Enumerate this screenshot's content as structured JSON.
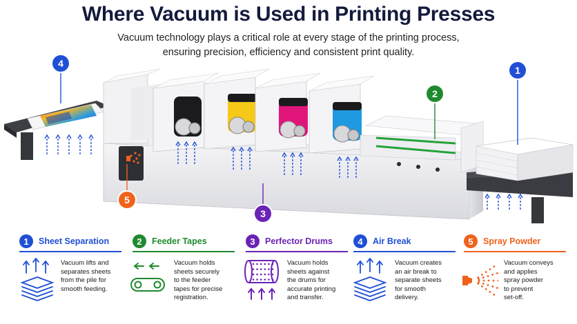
{
  "title": "Where Vacuum is Used in Printing Presses",
  "subtitle_line1": "Vacuum technology plays a critical role at every stage of the printing process,",
  "subtitle_line2": "ensuring precision, efficiency and consistent print quality.",
  "colors": {
    "blue": "#1f4fd6",
    "green": "#1f8a2e",
    "purple": "#6a23b5",
    "orange": "#f0621c"
  },
  "callouts": [
    {
      "number": "1",
      "color": "#1f4fd6"
    },
    {
      "number": "2",
      "color": "#1f8a2e"
    },
    {
      "number": "3",
      "color": "#6a23b5"
    },
    {
      "number": "4",
      "color": "#1f4fd6"
    },
    {
      "number": "5",
      "color": "#f0621c"
    }
  ],
  "sections": [
    {
      "number": "1",
      "heading": "Sheet Separation",
      "color": "#1f4fd6",
      "icon": "stacked-sheets-up-arrows-icon",
      "lines": [
        "Vacuum lifts and",
        "separates sheets",
        "from the pile for",
        "smooth feeding."
      ]
    },
    {
      "number": "2",
      "heading": "Feeder Tapes",
      "color": "#1f8a2e",
      "icon": "conveyor-belt-icon",
      "lines": [
        "Vacuum holds",
        "sheets securely",
        "to the feeder",
        "tapes for precise",
        "registration."
      ]
    },
    {
      "number": "3",
      "heading": "Perfector Drums",
      "color": "#6a23b5",
      "icon": "perforated-drum-icon",
      "lines": [
        "Vacuum holds",
        "sheets against",
        "the drums for",
        "accurate printing",
        "and transfer."
      ]
    },
    {
      "number": "4",
      "heading": "Air Break",
      "color": "#1f4fd6",
      "icon": "stacked-sheets-air-icon",
      "lines": [
        "Vacuum creates",
        "an air break to",
        "separate sheets",
        "for smooth",
        "delivery."
      ]
    },
    {
      "number": "5",
      "heading": "Spray Powder",
      "color": "#f0621c",
      "icon": "spray-nozzle-icon",
      "lines": [
        "Vacuum conveys",
        "and applies",
        "spray powder",
        "to prevent",
        "set-off."
      ]
    }
  ]
}
